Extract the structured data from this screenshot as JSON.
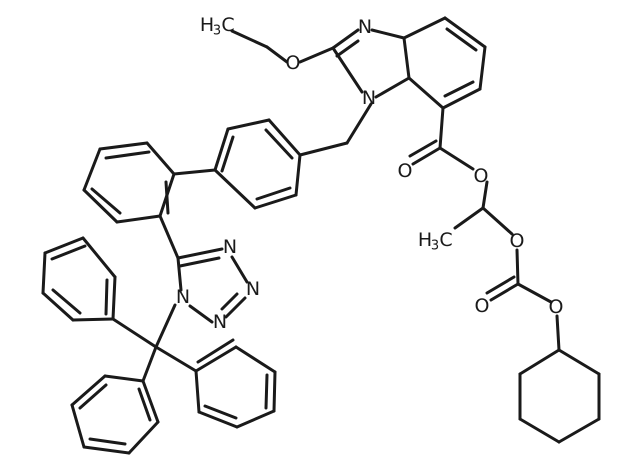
{
  "figure": {
    "type": "chemical-structure"
  },
  "atom_labels": {
    "ch3_top": {
      "main": "H",
      "sub": "3",
      "tail": "C"
    },
    "o_ethoxy": "O",
    "n3": "N",
    "n1": "N",
    "o_carbonyl": "O",
    "o_ester": "O",
    "ch3_mid": {
      "main": "H",
      "sub": "3",
      "tail": "C"
    },
    "o_carbonate1": "O",
    "o_carbonate2": "O",
    "o_carbonate3": "O",
    "n_tz_top": "N",
    "n_tz_right": "N",
    "n_tz_bottom": "N",
    "n_tz_left": "N"
  },
  "colors": {
    "ink": "#1a1a1a",
    "background": "#ffffff"
  }
}
